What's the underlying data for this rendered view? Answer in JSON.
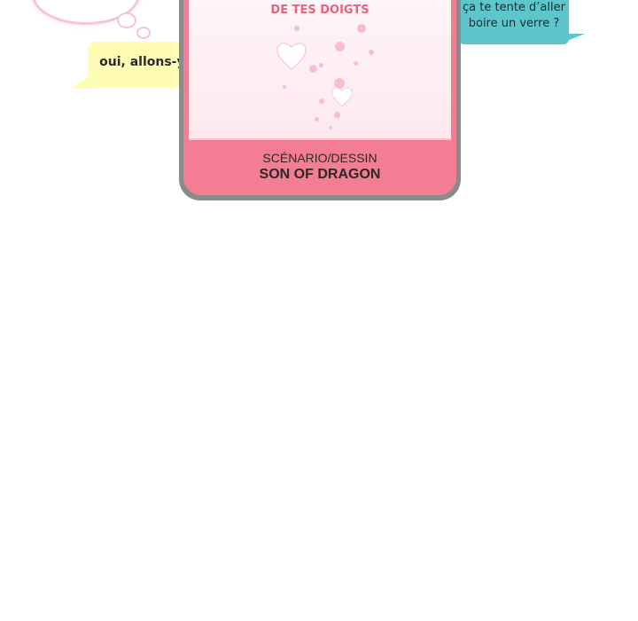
{
  "bubbles": {
    "yellow_text": "oui, allons-y !",
    "cyan_line1": "ça te tente d’aller",
    "cyan_line2": "boire un verre ?"
  },
  "card": {
    "subtitle": "DE TES DOIGTS",
    "credit_role": "SCÉNARIO/DESSIN",
    "credit_author": "SON OF DRAGON"
  },
  "colors": {
    "card_pink": "#f37d92",
    "bubble_yellow": "#fffcb5",
    "bubble_cyan": "#5dc6cc"
  }
}
